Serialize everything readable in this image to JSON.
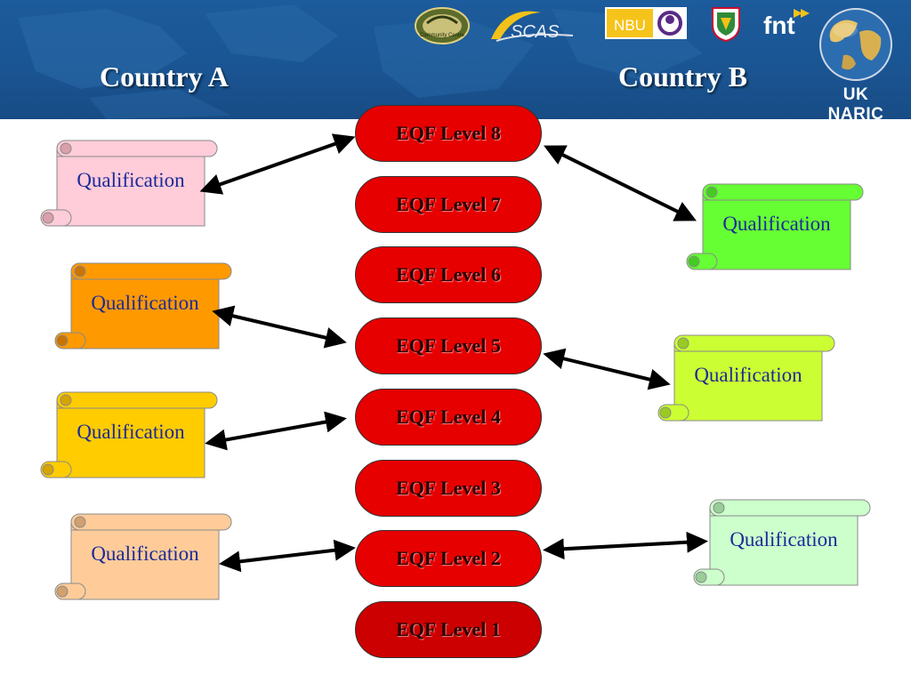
{
  "header": {
    "country_a": "Country A",
    "country_b": "Country B",
    "logos": [
      {
        "name": "badminton-community-centre-logo",
        "text": "Community Centre"
      },
      {
        "name": "scas-logo",
        "text": "SCAS"
      },
      {
        "name": "nbu-logo",
        "text": "NBU"
      },
      {
        "name": "university-crest-logo"
      },
      {
        "name": "fnt-logo",
        "text": "fnt"
      },
      {
        "name": "uk-naric-logo",
        "text": "UK NARIC"
      }
    ]
  },
  "levels": [
    "EQF Level 8",
    "EQF Level 7",
    "EQF Level 6",
    "EQF Level 5",
    "EQF Level 4",
    "EQF Level 3",
    "EQF Level 2",
    "EQF Level 1"
  ],
  "country_a_qualifications": [
    {
      "label": "Qualification",
      "color": "#ffccd9",
      "curl": "#d9a0aa",
      "maps_to": "EQF Level 8"
    },
    {
      "label": "Qualification",
      "color": "#ff9900",
      "curl": "#c87400",
      "maps_to": "EQF Level 5"
    },
    {
      "label": "Qualification",
      "color": "#ffcc00",
      "curl": "#d4a400",
      "maps_to": "EQF Level 4"
    },
    {
      "label": "Qualification",
      "color": "#ffcc99",
      "curl": "#d2a070",
      "maps_to": "EQF Level 2"
    }
  ],
  "country_b_qualifications": [
    {
      "label": "Qualification",
      "color": "#66ff33",
      "curl": "#44cc22",
      "maps_to": "EQF Level 8"
    },
    {
      "label": "Qualification",
      "color": "#ccff33",
      "curl": "#99cc22",
      "maps_to": "EQF Level 5"
    },
    {
      "label": "Qualification",
      "color": "#ccffcc",
      "curl": "#99cc99",
      "maps_to": "EQF Level 2"
    }
  ],
  "colors": {
    "header_blue": "#1a5593",
    "level_fill": "#e60000",
    "level_fill_bottom": "#cc0000",
    "qualification_text": "#1c2a99",
    "arrow": "#000000"
  }
}
